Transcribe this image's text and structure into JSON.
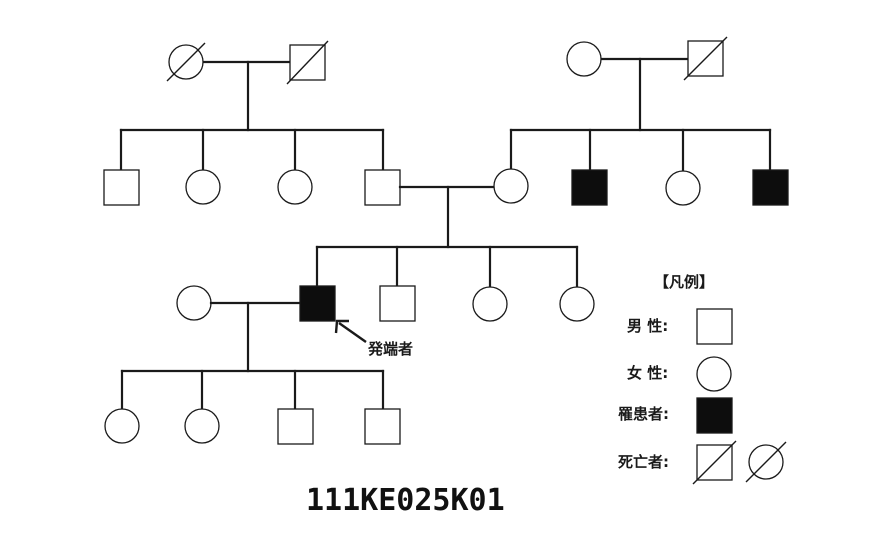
{
  "diagram": {
    "code": "111KE025K01",
    "proband_label": "発端者",
    "legend": {
      "title": "【凡例】",
      "male": "男 性:",
      "female": "女 性:",
      "affected": "罹患者:",
      "deceased": "死亡者:"
    }
  }
}
